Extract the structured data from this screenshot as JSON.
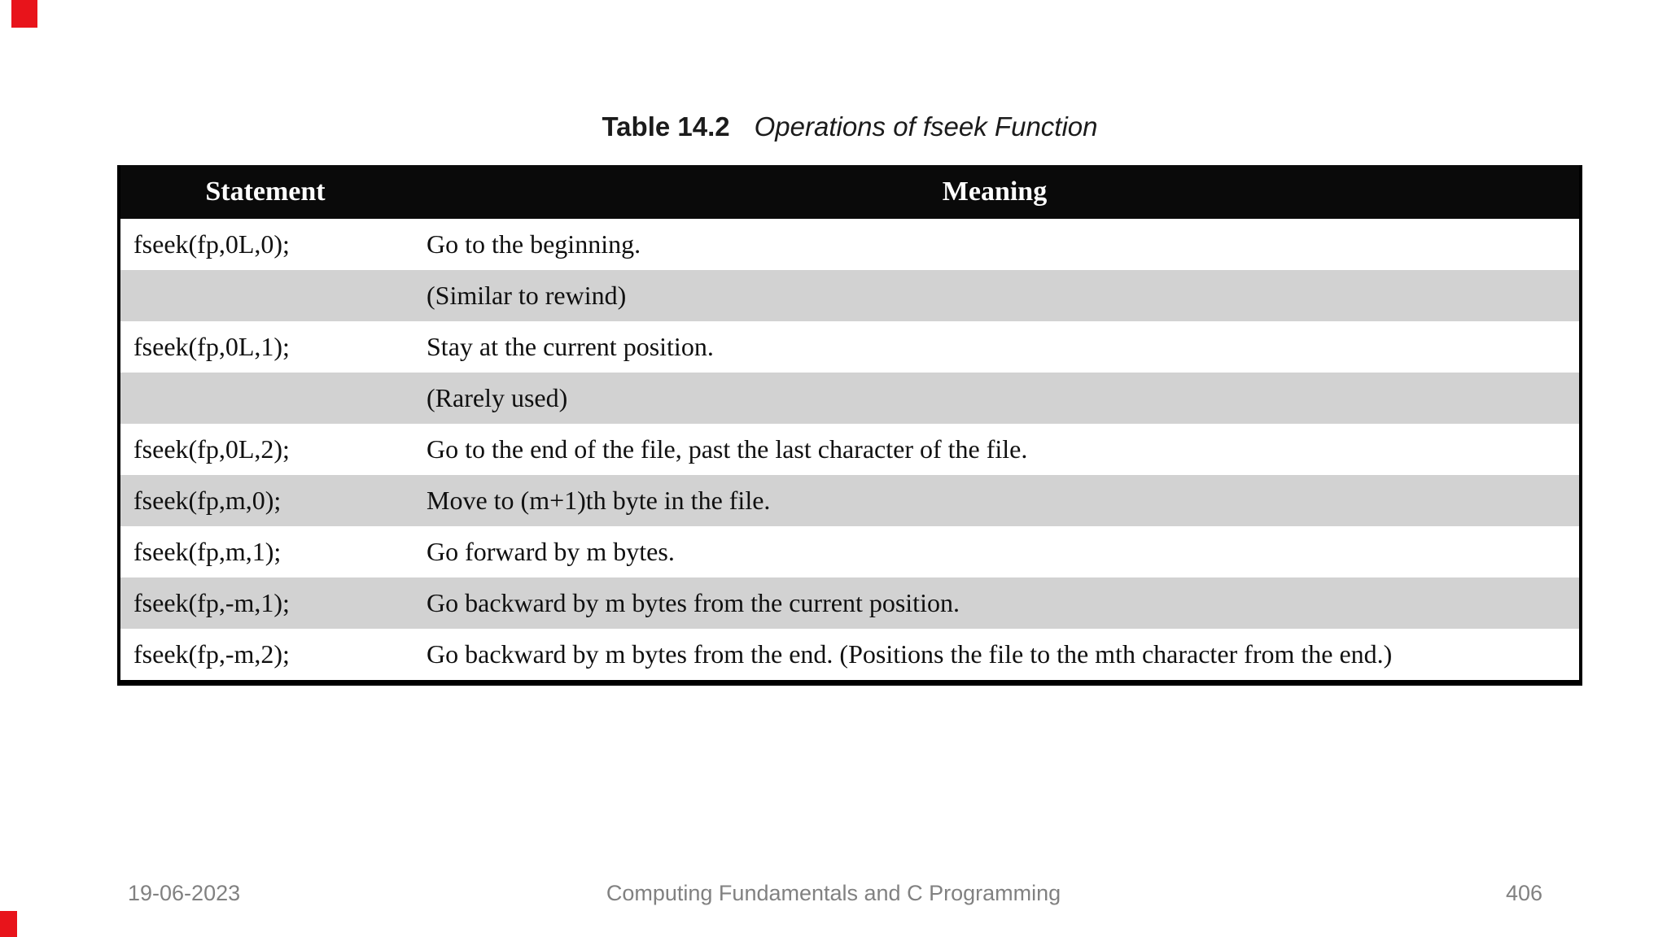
{
  "caption": {
    "label": "Table 14.2",
    "title": "Operations of fseek Function"
  },
  "table": {
    "headers": [
      "Statement",
      "Meaning"
    ],
    "rows": [
      {
        "statement": "fseek(fp,0L,0);",
        "meaning": "Go to the beginning."
      },
      {
        "statement": "",
        "meaning": "(Similar to rewind)"
      },
      {
        "statement": "fseek(fp,0L,1);",
        "meaning": "Stay at the current position."
      },
      {
        "statement": "",
        "meaning": "(Rarely used)"
      },
      {
        "statement": "fseek(fp,0L,2);",
        "meaning": "Go to the end of the file, past the last character of the file."
      },
      {
        "statement": "fseek(fp,m,0);",
        "meaning": "Move to (m+1)th byte in the file."
      },
      {
        "statement": "fseek(fp,m,1);",
        "meaning": "Go forward by m bytes."
      },
      {
        "statement": "fseek(fp,-m,1);",
        "meaning": "Go backward by m bytes from the current position."
      },
      {
        "statement": "fseek(fp,-m,2);",
        "meaning": "Go backward by m bytes from the end. (Positions the file to the mth character from the end.)"
      }
    ]
  },
  "footer": {
    "date": "19-06-2023",
    "center": "Computing Fundamentals and C Programming",
    "page_number": "406"
  },
  "colors": {
    "header_bg": "#0a0a0a",
    "header_text": "#ffffff",
    "row_alt_bg": "#d2d2d2",
    "body_text": "#101010",
    "footer_text": "#818181",
    "accent_red": "#e8141b"
  }
}
